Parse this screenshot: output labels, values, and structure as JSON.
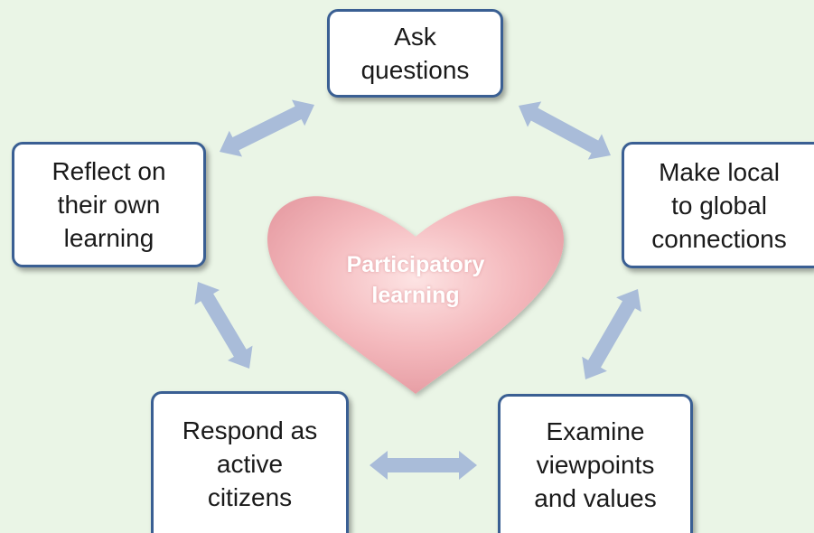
{
  "colors": {
    "background": "#eaf5e6",
    "box_border": "#3a5f93",
    "arrow_fill": "#a9bcd9",
    "heart_light": "#fde3e3",
    "heart_dark": "#e59aa1"
  },
  "center": {
    "label": "Participatory\nlearning",
    "icon": "heart-icon"
  },
  "nodes": {
    "ask": "Ask\nquestions",
    "make": "Make local\nto global\nconnections",
    "examine": "Examine\nviewpoints\nand values",
    "respond": "Respond as\nactive\ncitizens",
    "reflect": "Reflect on\ntheir own\nlearning"
  },
  "connections": [
    {
      "from": "ask",
      "to": "make",
      "type": "double-arrow"
    },
    {
      "from": "make",
      "to": "examine",
      "type": "double-arrow"
    },
    {
      "from": "examine",
      "to": "respond",
      "type": "double-arrow"
    },
    {
      "from": "respond",
      "to": "reflect",
      "type": "double-arrow"
    },
    {
      "from": "reflect",
      "to": "ask",
      "type": "double-arrow"
    }
  ]
}
